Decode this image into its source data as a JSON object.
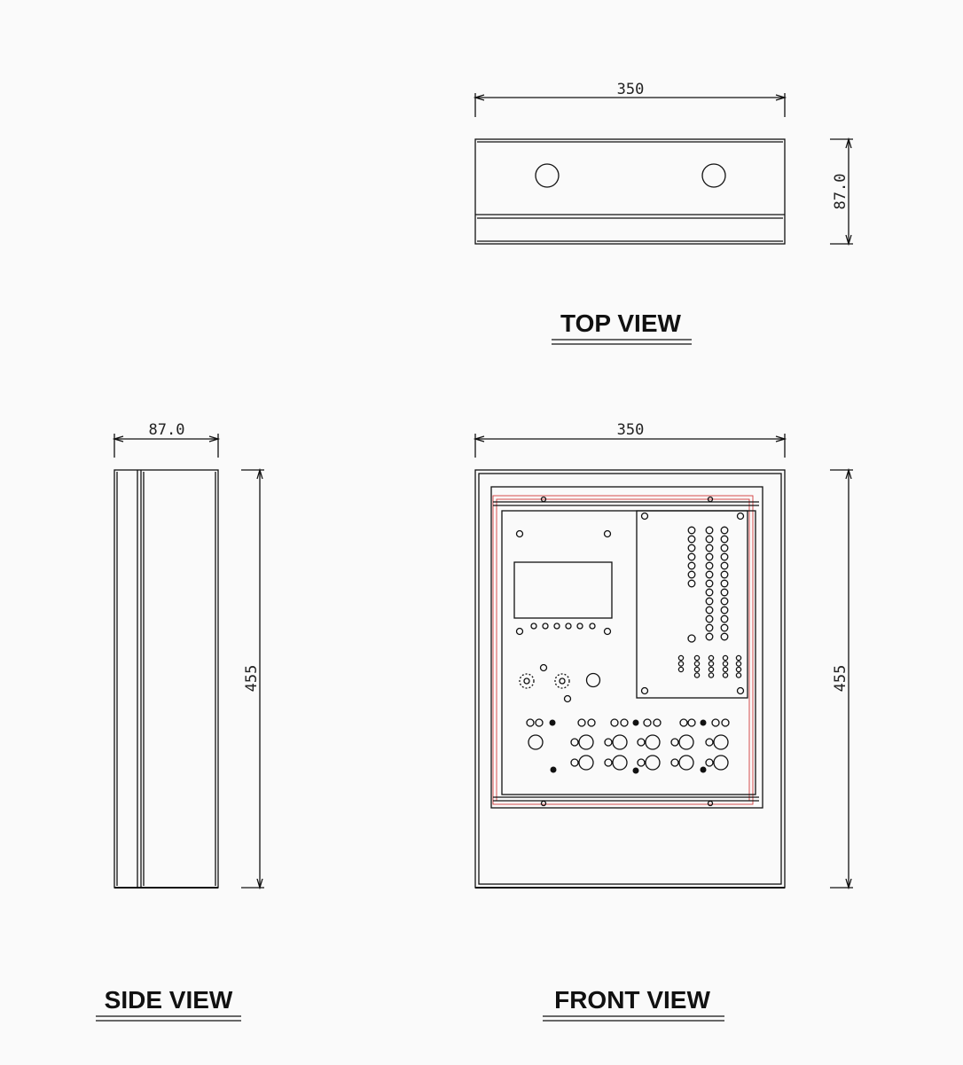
{
  "views": {
    "top": {
      "title": "TOP VIEW",
      "width_label": "350",
      "depth_label": "87.0"
    },
    "side": {
      "title": "SIDE VIEW",
      "depth_label": "87.0",
      "height_label": "455"
    },
    "front": {
      "title": "FRONT VIEW",
      "width_label": "350",
      "height_label": "455"
    }
  },
  "colors": {
    "line": "#111111",
    "background": "#fafafa",
    "mounting_outline": "#d23a3a"
  }
}
